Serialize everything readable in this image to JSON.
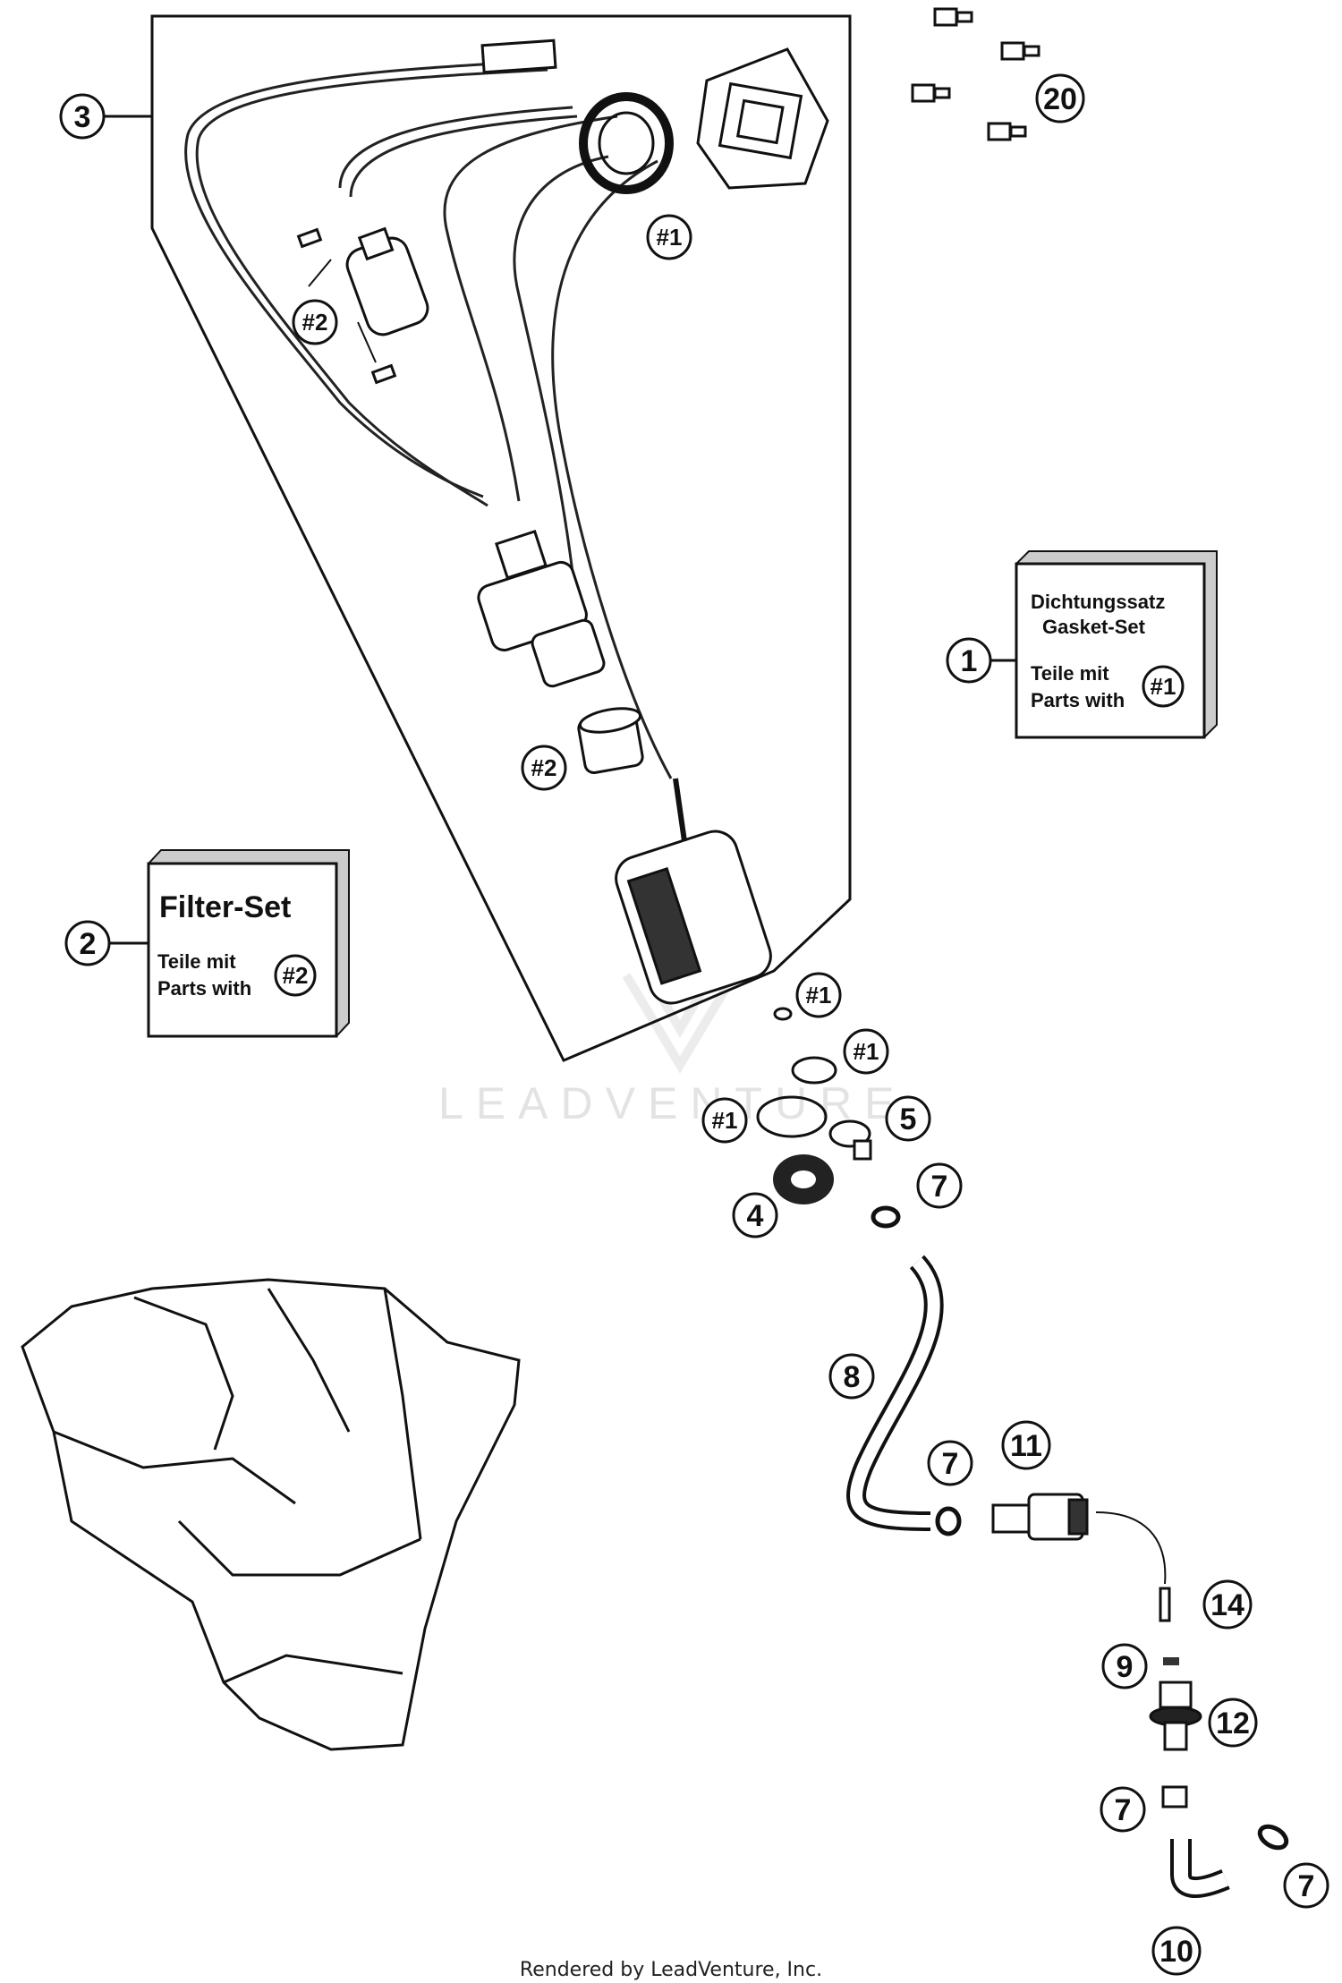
{
  "callouts": {
    "c1": "1",
    "c2": "2",
    "c3": "3",
    "c4": "4",
    "c5": "5",
    "c7a": "7",
    "c7b": "7",
    "c7c": "7",
    "c7d": "7",
    "c8": "8",
    "c9": "9",
    "c10": "10",
    "c11": "11",
    "c12": "12",
    "c14": "14",
    "c20": "20",
    "h1a": "#1",
    "h1b": "#1",
    "h1c": "#1",
    "h1d": "#1",
    "h2a": "#2",
    "h2b": "#2"
  },
  "gasket_kit": {
    "line1": "Dichtungssatz",
    "line2": "Gasket-Set",
    "line3": "Teile mit",
    "line4": "Parts with",
    "ref": "#1"
  },
  "filter_kit": {
    "title": "Filter-Set",
    "line1": "Teile mit",
    "line2": "Parts with",
    "ref": "#2"
  },
  "watermark": "LEADVENTURE",
  "footer": "Rendered by LeadVenture, Inc."
}
